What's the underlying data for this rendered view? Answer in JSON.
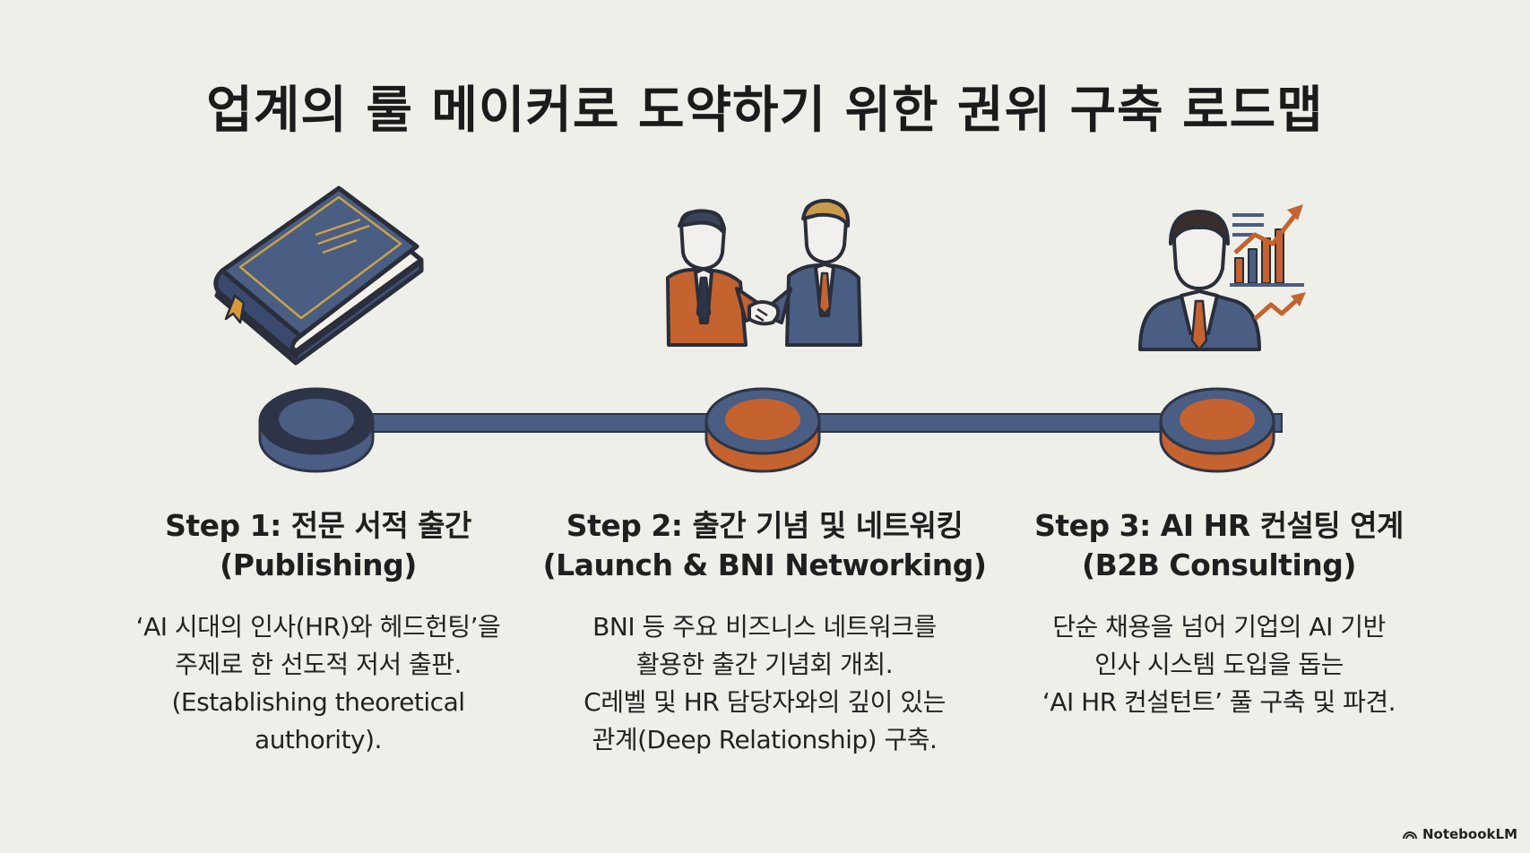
{
  "title": "업계의 룰 메이커로 도약하기 위한 권위 구축 로드맵",
  "colors": {
    "navy": "#4a5d82",
    "dark_navy": "#2e3447",
    "orange": "#c4632f",
    "background": "#efefe9"
  },
  "steps": [
    {
      "icon": "book-icon",
      "title_line1": "Step 1: 전문 서적 출간",
      "title_line2": "(Publishing)",
      "desc_lines": [
        "‘AI 시대의 인사(HR)와 헤드헌팅’을",
        "주제로 한 선도적 저서 출판.",
        "(Establishing theoretical",
        "authority)."
      ]
    },
    {
      "icon": "handshake-icon",
      "title_line1": "Step 2: 출간 기념 및 네트워킹",
      "title_line2": "(Launch & BNI Networking)",
      "desc_lines": [
        "BNI 등 주요 비즈니스 네트워크를",
        "활용한 출간 기념회 개최.",
        "C레벨 및 HR 담당자와의 깊이 있는",
        "관계(Deep Relationship) 구축."
      ]
    },
    {
      "icon": "consultant-growth-chart-icon",
      "title_line1": "Step 3: AI HR 컨설팅 연계",
      "title_line2": "(B2B Consulting)",
      "desc_lines": [
        "단순 채용을 넘어 기업의 AI 기반",
        "인사 시스템 도입을 돕는",
        "‘AI HR 컨설턴트’ 풀 구축 및 파견.",
        ""
      ]
    }
  ],
  "brand": "NotebookLM"
}
